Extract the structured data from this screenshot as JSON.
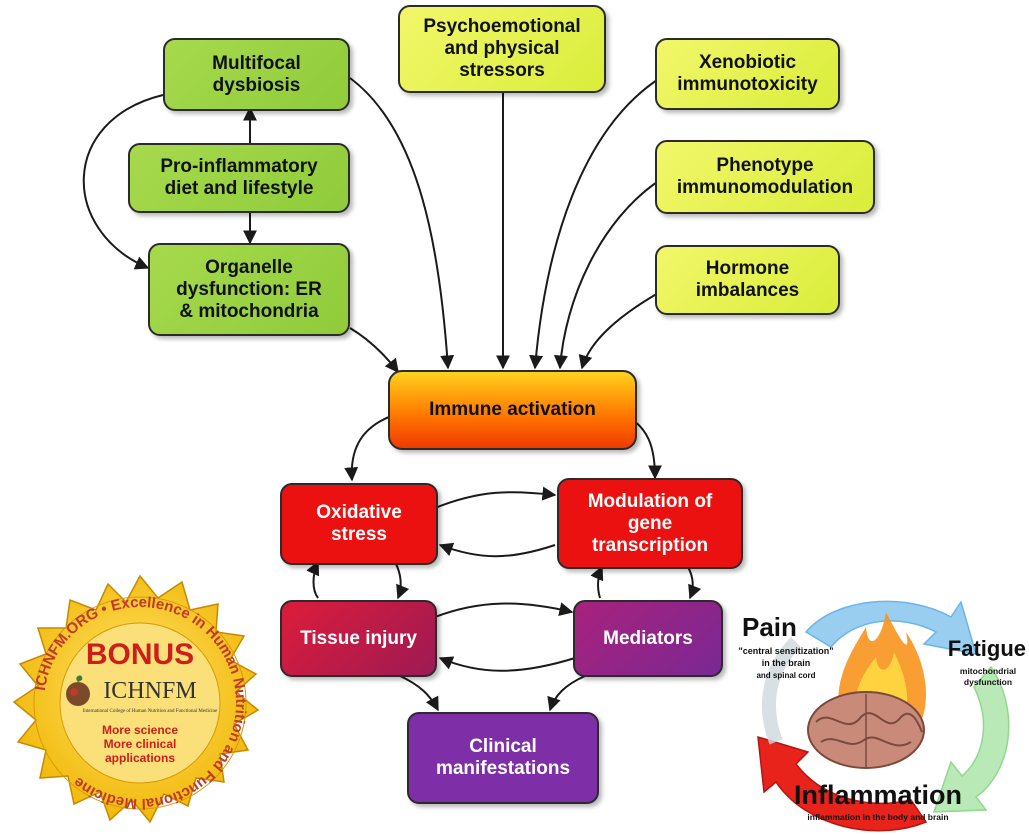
{
  "nodes": {
    "multifocal_dysbiosis": "Multifocal\ndysbiosis",
    "psychoemotional_stressors": "Psychoemotional\nand physical\nstressors",
    "xenobiotic_immunotoxicity": "Xenobiotic\nimmunotoxicity",
    "proinflammatory_diet": "Pro-inflammatory\ndiet and lifestyle",
    "phenotype_immunomodulation": "Phenotype\nimmunomodulation",
    "organelle_dysfunction": "Organelle\ndysfunction: ER\n& mitochondria",
    "hormone_imbalances": "Hormone\nimbalances",
    "immune_activation": "Immune activation",
    "oxidative_stress": "Oxidative\nstress",
    "modulation_gene_transcription": "Modulation of\ngene\ntranscription",
    "tissue_injury": "Tissue injury",
    "mediators": "Mediators",
    "clinical_manifestations": "Clinical\nmanifestations"
  },
  "bonus_seal": {
    "ring_text": "ICHNFM.ORG • Excellence in Human Nutrition and Functional Medicine",
    "heading": "BONUS",
    "logo_text": "ICHNFM",
    "logo_subtitle": "International College of Human Nutrition and Functional Medicine",
    "line1": "More science",
    "line2": "More clinical",
    "line3": "applications",
    "colors": {
      "gold": "#f5c20f",
      "ring_text": "#c0392b",
      "heading": "#cc1f1a"
    }
  },
  "cycle_graphic": {
    "pain_title": "Pain",
    "pain_line1": "\"central sensitization\"",
    "pain_line2": "in the brain",
    "pain_line3": "and spinal cord",
    "fatigue_title": "Fatigue",
    "fatigue_line1": "mitochondrial",
    "fatigue_line2": "dysfunction",
    "inflammation_title": "Inflammation",
    "inflammation_line1": "inflammation in the body and brain",
    "colors": {
      "pain_arrow": "#5aaee8",
      "fatigue_arrow": "#8cd68a",
      "inflammation_arrow": "#e8231c"
    }
  },
  "colors": {
    "green_box": "#9ad343",
    "yellow_box": "#e6f250",
    "orange_box": "#ff8c00",
    "red_box": "#ec1111",
    "crimson_box": "#c81a45",
    "purple_box": "#8a2390",
    "violet_box": "#7e2fa8",
    "arrow": "#1a1a1a"
  }
}
